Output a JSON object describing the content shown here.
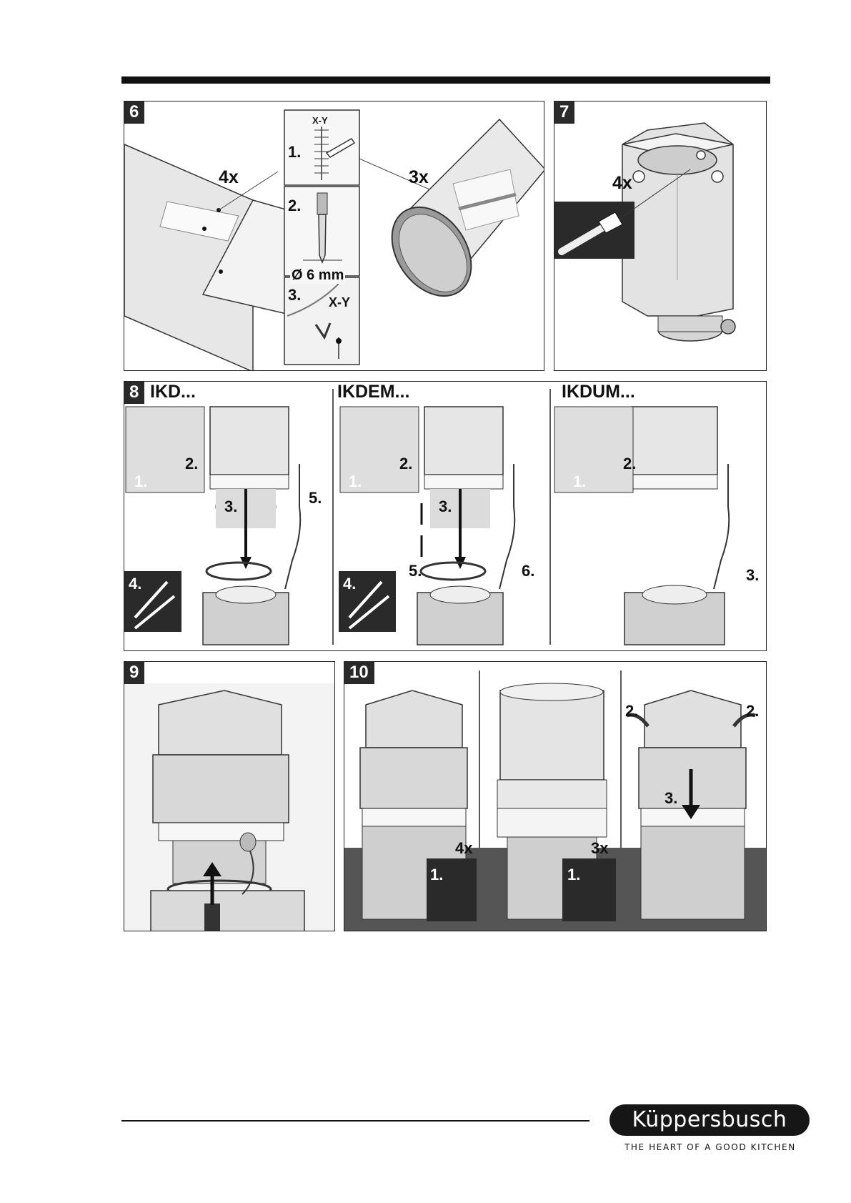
{
  "panel6": {
    "number": "6",
    "count_left": "4x",
    "count_right": "3x",
    "step1": "1.",
    "step2": "2.",
    "step3": "3.",
    "mark": "X-Y",
    "drill_size": "Ø 6 mm"
  },
  "panel7": {
    "number": "7",
    "count": "4x"
  },
  "panel8": {
    "number": "8",
    "variants": [
      {
        "name": "IKD...",
        "steps": [
          "1.",
          "2.",
          "3.",
          "4.",
          "5."
        ]
      },
      {
        "name": "IKDEM...",
        "steps": [
          "1.",
          "2.",
          "3.",
          "4.",
          "5.",
          "6."
        ]
      },
      {
        "name": "IKDUM...",
        "steps": [
          "1.",
          "2.",
          "3."
        ]
      }
    ]
  },
  "panel9": {
    "number": "9"
  },
  "panel10": {
    "number": "10",
    "count_a": "4x",
    "count_b": "3x",
    "step1": "1.",
    "step2": "2.",
    "step3": "3."
  },
  "footer": {
    "brand": "Küppersbusch",
    "tagline": "THE HEART OF A GOOD KITCHEN"
  },
  "colors": {
    "ink": "#111111",
    "badge": "#2a2a2a",
    "metal": "#d9d9d9"
  }
}
